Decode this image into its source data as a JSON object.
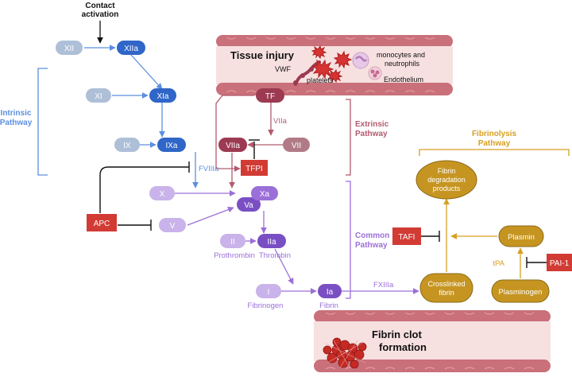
{
  "colors": {
    "intrinsic": "#5b8fe0",
    "intrinsic_dark": "#2f66c8",
    "intrinsic_light": "#aebfd8",
    "extrinsic": "#b35a6e",
    "extrinsic_dark": "#9c3a52",
    "common": "#9b6fd8",
    "common_light": "#c9b3ea",
    "common_dark": "#7a4fc4",
    "fibrinolysis": "#d7a020",
    "fibrinolysis_fill": "#c69521",
    "inhibitor": "#d23b34",
    "vessel": "#c9707a",
    "vessel_light": "#f7e0e0",
    "black": "#111111"
  },
  "labels": {
    "contact_activation": [
      "Contact",
      "activation"
    ],
    "intrinsic_pathway": [
      "Intrinsic",
      "Pathway"
    ],
    "extrinsic_pathway": [
      "Extrinsic",
      "Pathway"
    ],
    "common_pathway": [
      "Common",
      "Pathway"
    ],
    "fibrinolysis_pathway": [
      "Fibrinolysis",
      "Pathway"
    ],
    "tissue_injury": "Tissue injury",
    "vwf": "VWF",
    "platelets": "platelets",
    "monocytes": [
      "monocytes and",
      "neutrophils"
    ],
    "endothelium": "Endothelium",
    "fibrin_clot": [
      "Fibrin clot",
      "formation"
    ]
  },
  "intrinsic_nodes": {
    "xii": "XII",
    "xiia": "XIIa",
    "xi": "XI",
    "xia": "XIa",
    "ix": "IX",
    "ixa": "IXa"
  },
  "extrinsic_nodes": {
    "tf": "TF",
    "viia": "VIIa",
    "vii": "VII",
    "viia_edge": "VIIa"
  },
  "common_nodes": {
    "x": "X",
    "xa": "Xa",
    "va": "Va",
    "v": "V",
    "ii": "II",
    "iia": "IIa",
    "prothrombin": "Prothrombin",
    "thrombin": "Thrombin",
    "i": "I",
    "ia": "Ia",
    "fibrinogen": "Fibrinogen",
    "fibrin": "Fibrin",
    "fviiia": "FVIIIa",
    "fxiiia": "FXIIIa"
  },
  "inhibitors": {
    "tfpi": "TFPI",
    "apc": "APC",
    "tafi": "TAFI",
    "pai1": "PAI-1"
  },
  "fibrinolysis_nodes": {
    "fdp": [
      "Fibrin",
      "degradation",
      "products"
    ],
    "crosslinked": [
      "Crosslinked",
      "fibrin"
    ],
    "plasmin": "Plasmin",
    "plasminogen": "Plasminogen",
    "tpa": "tPA"
  }
}
